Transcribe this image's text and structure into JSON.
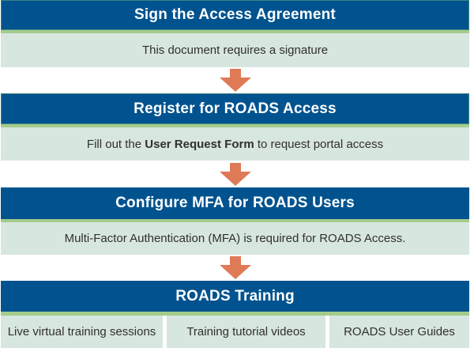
{
  "colors": {
    "header_bg": "#01538f",
    "header_border": "#3d8383",
    "strip_green": "#a3cb8b",
    "body_bg": "#d7e6de",
    "arrow": "#df7a57",
    "body_text": "#303030",
    "header_text": "#ffffff"
  },
  "steps": [
    {
      "title": "Sign the Access Agreement",
      "description": "This document requires a signature"
    },
    {
      "title": "Register for ROADS Access",
      "description_prefix": "Fill out the ",
      "description_bold": "User Request Form",
      "description_suffix": " to request portal access"
    },
    {
      "title": "Configure MFA for ROADS Users",
      "description": "Multi-Factor Authentication (MFA) is required for ROADS Access."
    },
    {
      "title": "ROADS Training",
      "items": [
        "Live virtual training sessions",
        "Training tutorial videos",
        "ROADS User Guides"
      ]
    }
  ]
}
